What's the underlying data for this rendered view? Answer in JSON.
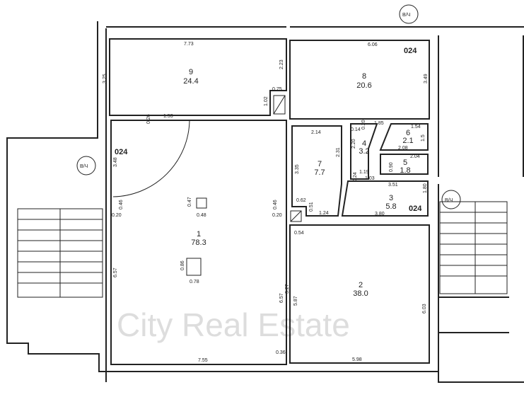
{
  "rooms": [
    {
      "number": "9",
      "area": "24.4"
    },
    {
      "number": "8",
      "area": "20.6"
    },
    {
      "number": "1",
      "area": "78.3"
    },
    {
      "number": "2",
      "area": "38.0"
    },
    {
      "number": "7",
      "area": "7.7"
    },
    {
      "number": "4",
      "area": "3.2"
    },
    {
      "number": "6",
      "area": "2.1"
    },
    {
      "number": "5",
      "area": "1.8"
    },
    {
      "number": "3",
      "area": "5.8"
    }
  ],
  "dimensions": [
    "7.73",
    "3.25",
    "2.23",
    "0.75",
    "1.02",
    "0.26",
    "1.53",
    "6.06",
    "3.49",
    "3.48",
    "0.46",
    "0.20",
    "0.47",
    "0.48",
    "0.46",
    "0.20",
    "6.57",
    "0.86",
    "0.78",
    "7.55",
    "6.57",
    "3.27",
    "0.36",
    "5.87",
    "5.98",
    "6.03",
    "2.14",
    "3.35",
    "2.31",
    "0.62",
    "0.51",
    "1.24",
    "2.20",
    "0.14",
    "0.20",
    "1.85",
    "1.54",
    "1.5",
    "2.08",
    "2.04",
    "0.90",
    "1.19",
    "1.03",
    "0.24",
    "3.51",
    "1.80",
    "3.80",
    "0.54"
  ],
  "codes": [
    "024",
    "024",
    "024"
  ],
  "riser_labels": [
    "В/Ч",
    "В/Ч"
  ],
  "watermark": "City Real Estate"
}
